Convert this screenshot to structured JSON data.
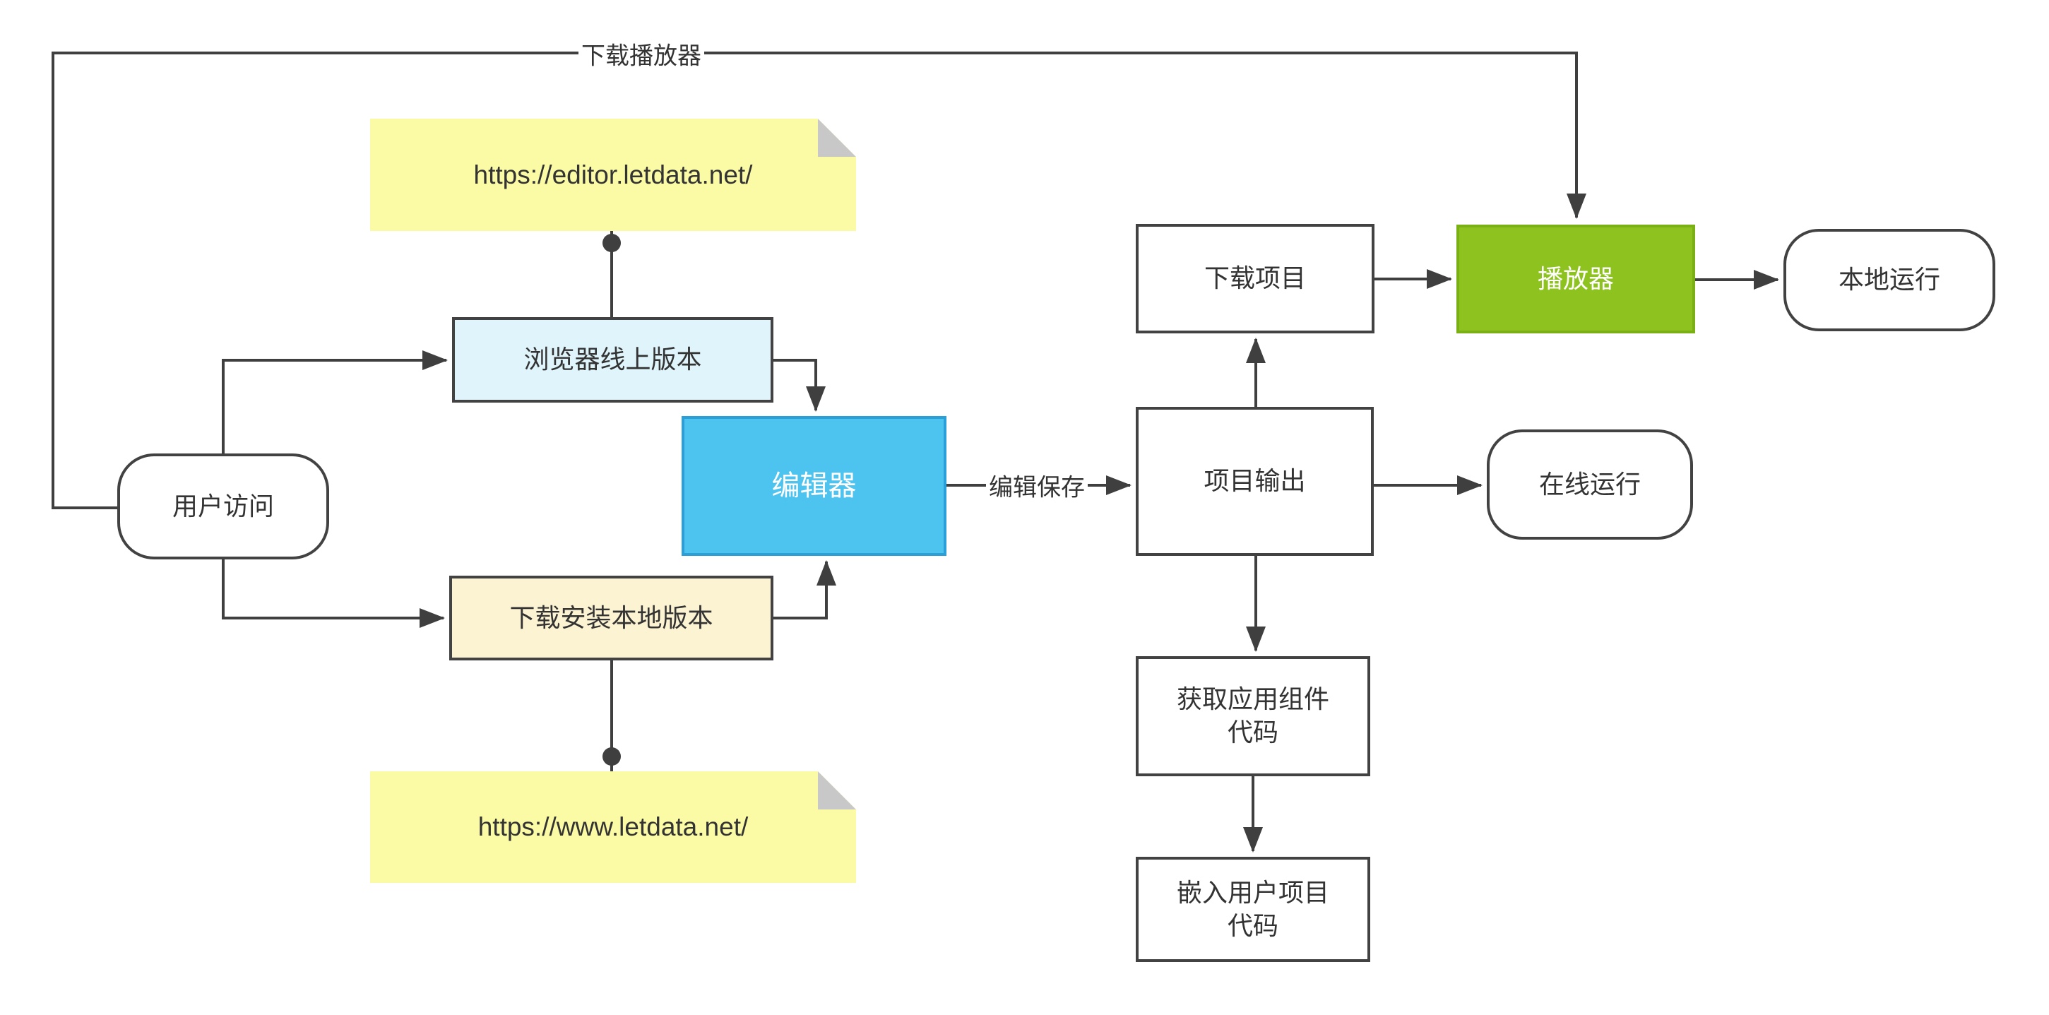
{
  "diagram": {
    "title": "letdata editor / player flow diagram",
    "colors": {
      "background": "#ffffff",
      "line": "#3f3f3f",
      "text": "#333333",
      "box_border": "#424242",
      "note_fill": "#fbfba6",
      "note_fold": "#c8c8c8",
      "browser_online_fill": "#dff4fb",
      "download_local_fill": "#fcf3d2",
      "editor_fill": "#4dc3ef",
      "editor_border": "#2a9fd8",
      "player_fill": "#8dc21f",
      "player_border": "#7aaf15",
      "inverse_text": "#ffffff"
    },
    "nodes": {
      "user_access": {
        "label": "用户访问"
      },
      "browser_online": {
        "label": "浏览器线上版本"
      },
      "editor": {
        "label": "编辑器"
      },
      "download_local": {
        "label": "下载安装本地版本"
      },
      "download_project": {
        "label": "下载项目"
      },
      "player": {
        "label": "播放器"
      },
      "run_local": {
        "label": "本地运行"
      },
      "project_output": {
        "label": "项目输出"
      },
      "run_online": {
        "label": "在线运行"
      },
      "get_component_code": {
        "line1": "获取应用组件",
        "line2": "代码"
      },
      "embed_project_code": {
        "line1": "嵌入用户项目",
        "line2": "代码"
      }
    },
    "notes": {
      "editor_url": {
        "text": "https://editor.letdata.net/"
      },
      "www_url": {
        "text": "https://www.letdata.net/"
      }
    },
    "edge_labels": {
      "download_player": "下载播放器",
      "edit_save": "编辑保存"
    }
  }
}
